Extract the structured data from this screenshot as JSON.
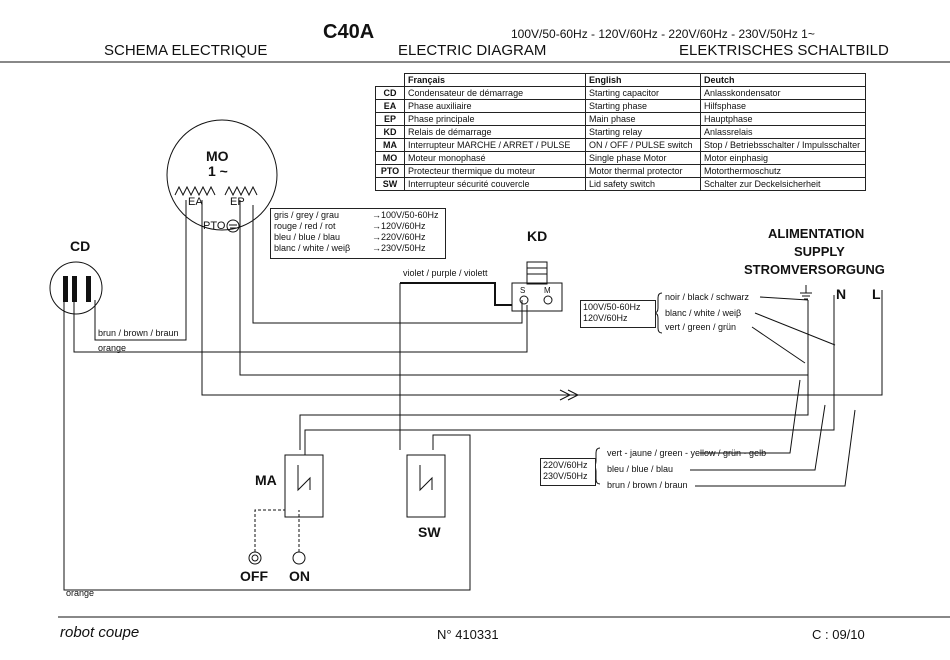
{
  "header": {
    "model": "C40A",
    "voltages": "100V/50-60Hz - 120V/60Hz - 220V/60Hz - 230V/50Hz 1~",
    "title_fr": "SCHEMA ELECTRIQUE",
    "title_en": "ELECTRIC DIAGRAM",
    "title_de": "ELEKTRISCHES SCHALTBILD"
  },
  "legend": {
    "headers": [
      "Français",
      "English",
      "Deutch"
    ],
    "rows": [
      {
        "code": "CD",
        "fr": "Condensateur de démarrage",
        "en": "Starting capacitor",
        "de": "Anlasskondensator"
      },
      {
        "code": "EA",
        "fr": "Phase auxiliaire",
        "en": "Starting phase",
        "de": "Hilfsphase"
      },
      {
        "code": "EP",
        "fr": "Phase principale",
        "en": "Main phase",
        "de": "Hauptphase"
      },
      {
        "code": "KD",
        "fr": "Relais de démarrage",
        "en": "Starting relay",
        "de": "Anlassrelais"
      },
      {
        "code": "MA",
        "fr": "Interrupteur MARCHE / ARRET / PULSE",
        "en": "ON / OFF / PULSE switch",
        "de": "Stop / Betriebsschalter / Impulsschalter"
      },
      {
        "code": "MO",
        "fr": "Moteur monophasé",
        "en": "Single phase Motor",
        "de": "Motor einphasig"
      },
      {
        "code": "PTO",
        "fr": "Protecteur thermique du moteur",
        "en": "Motor thermal protector",
        "de": "Motorthermoschutz"
      },
      {
        "code": "SW",
        "fr": "Interrupteur sécurité couvercle",
        "en": "Lid safety switch",
        "de": "Schalter zur Deckelsicherheit"
      }
    ]
  },
  "motor": {
    "label": "MO",
    "phase": "1 ~",
    "ea": "EA",
    "ep": "EP",
    "pto": "PTO"
  },
  "wire_colors_box": {
    "rows": [
      {
        "name": "gris / grey / grau",
        "volt": "→100V/50-60Hz"
      },
      {
        "name": "rouge / red / rot",
        "volt": "→120V/60Hz"
      },
      {
        "name": "bleu  / blue / blau",
        "volt": "→220V/60Hz"
      },
      {
        "name": "blanc / white / weiβ",
        "volt": "→230V/50Hz"
      }
    ]
  },
  "components": {
    "cd": "CD",
    "kd": "KD",
    "kd_s": "S",
    "kd_m": "M",
    "ma": "MA",
    "sw": "SW",
    "off": "OFF",
    "on": "ON"
  },
  "wires": {
    "brown": "brun / brown / braun",
    "orange_top": "orange",
    "orange_bottom": "orange",
    "violet": "violet  / purple / violett"
  },
  "supply": {
    "title1": "ALIMENTATION",
    "title2": "SUPPLY",
    "title3": "STROMVERSORGUNG",
    "n": "N",
    "l": "L",
    "upper_volt": [
      "100V/50-60Hz",
      "120V/60Hz"
    ],
    "upper_wires": [
      "noir  / black / schwarz",
      "blanc  / white / weiβ",
      "vert / green / grün"
    ],
    "lower_volt": [
      "220V/60Hz",
      "230V/50Hz"
    ],
    "lower_wires": [
      "vert - jaune / green - yellow / grün - gelb",
      "bleu   / blue / blau",
      "brun  / brown / braun"
    ]
  },
  "footer": {
    "brand": "robot coupe",
    "number": "N° 410331",
    "code": "C : 09/10"
  }
}
